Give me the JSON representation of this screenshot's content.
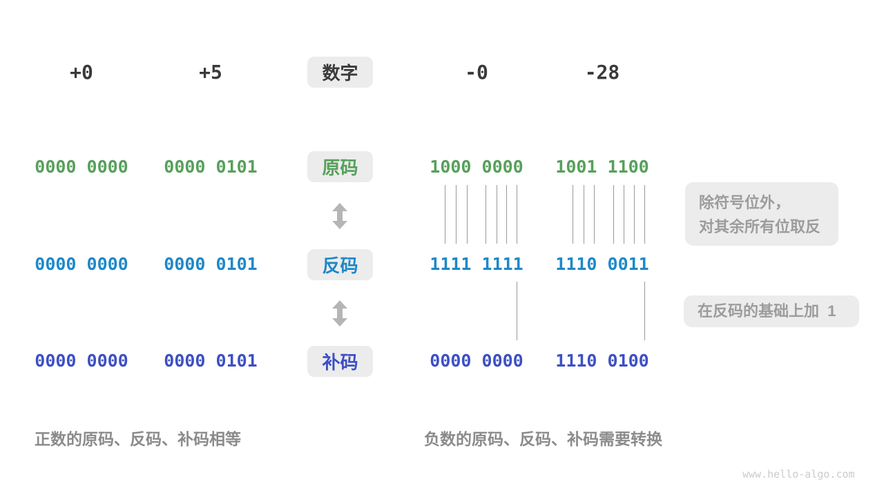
{
  "header": {
    "plus_zero": "+0",
    "plus_five": "+5",
    "label": "数字",
    "minus_zero": "-0",
    "minus_twenty_eight": "-28"
  },
  "rows": [
    {
      "label": "原码",
      "color": "#57a05b",
      "values": [
        "0000 0000",
        "0000 0101",
        "1000 0000",
        "1001 1100"
      ]
    },
    {
      "label": "反码",
      "color": "#1e88c8",
      "values": [
        "0000 0000",
        "0000 0101",
        "1111 1111",
        "1110 0011"
      ]
    },
    {
      "label": "补码",
      "color": "#3d4fc4",
      "values": [
        "0000 0000",
        "0000 0101",
        "0000 0000",
        "1110 0100"
      ]
    }
  ],
  "annotations": {
    "invert_line1": "除符号位外，",
    "invert_line2": "对其余所有位取反",
    "add_one": "在反码的基础上加  1"
  },
  "captions": {
    "positive": "正数的原码、反码、补码相等",
    "negative": "负数的原码、反码、补码需要转换"
  },
  "watermark": "www.hello-algo.com",
  "colors": {
    "box_bg": "#ececec",
    "dark_text": "#3a3a3a",
    "green": "#57a05b",
    "blue": "#1e88c8",
    "indigo": "#3d4fc4",
    "note_text": "#9c9c9c",
    "caption_text": "#8b8b8b",
    "arrow": "#b5b5b5",
    "tick_line": "#999999",
    "watermark": "#cbcbcb"
  }
}
